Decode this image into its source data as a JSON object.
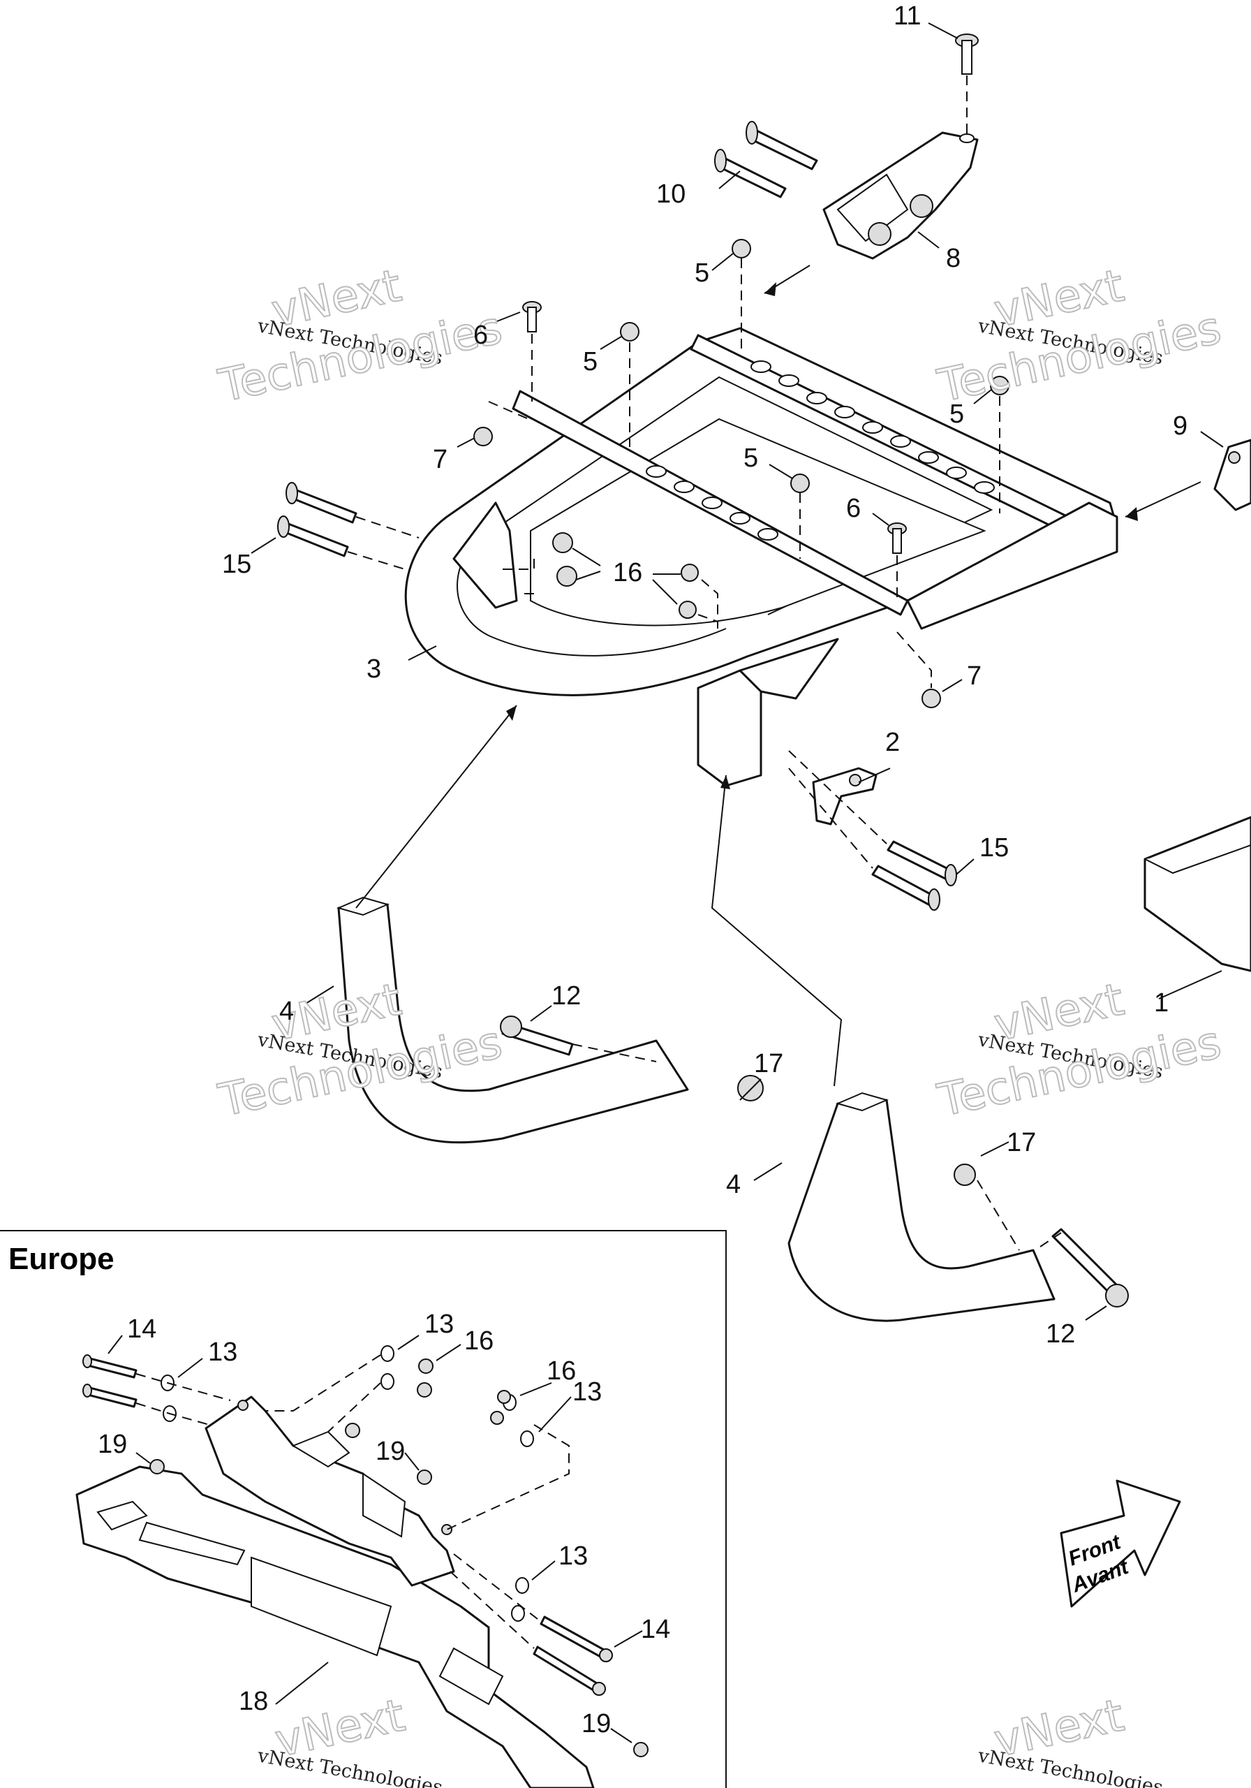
{
  "diagram": {
    "inset_title": "Europe",
    "direction_label": [
      "Front",
      "Avant"
    ],
    "watermark": {
      "line1": "vNext",
      "line2": "vNext Technologies",
      "line3": "Technologies"
    },
    "callouts": {
      "c1": "1",
      "c2": "2",
      "c3": "3",
      "c4a": "4",
      "c4b": "4",
      "c5a": "5",
      "c5b": "5",
      "c5c": "5",
      "c5d": "5",
      "c6a": "6",
      "c6b": "6",
      "c7a": "7",
      "c7b": "7",
      "c8": "8",
      "c9": "9",
      "c10": "10",
      "c11": "11",
      "c12a": "12",
      "c12b": "12",
      "c13a": "13",
      "c13b": "13",
      "c13c": "13",
      "c13d": "13",
      "c14a": "14",
      "c14b": "14",
      "c15a": "15",
      "c15b": "15",
      "c16a": "16",
      "c16b": "16",
      "c16c": "16",
      "c17a": "17",
      "c17b": "17",
      "c18": "18",
      "c19a": "19",
      "c19b": "19",
      "c19c": "19"
    }
  }
}
